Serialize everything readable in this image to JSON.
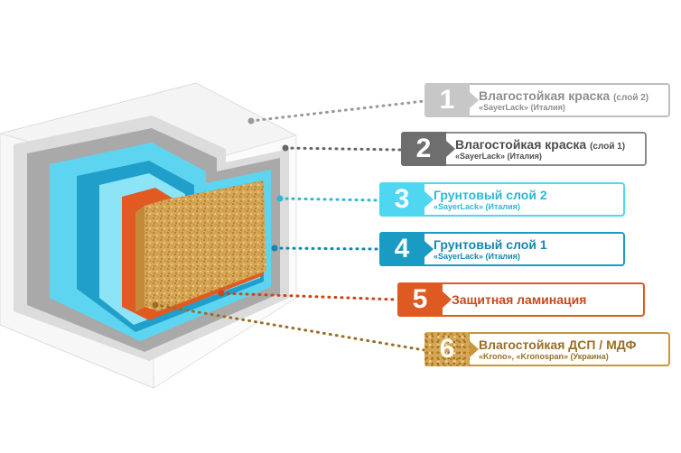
{
  "layers": [
    {
      "number": "1",
      "title": "Влагостойкая краска",
      "note": "(слой 2)",
      "subtitle": "«SayerLack» (Италия)",
      "color": "#c7c7c7",
      "text_color": "#8e8e8e"
    },
    {
      "number": "2",
      "title": "Влагостойкая краска",
      "note": "(слой 1)",
      "subtitle": "«SayerLack» (Италия)",
      "color": "#6e6e6e",
      "text_color": "#4d4d4d"
    },
    {
      "number": "3",
      "title": "Грунтовый слой 2",
      "note": "",
      "subtitle": "«SayerLack» (Италия)",
      "color": "#4fd6f0",
      "text_color": "#2bb7d6"
    },
    {
      "number": "4",
      "title": "Грунтовый слой 1",
      "note": "",
      "subtitle": "«SayerLack» (Италия)",
      "color": "#1a9bc4",
      "text_color": "#1586ad"
    },
    {
      "number": "5",
      "title": "Защитная ламинация",
      "note": "",
      "subtitle": "",
      "color": "#de5a22",
      "text_color": "#c8481a"
    },
    {
      "number": "6",
      "title": "Влагостойкая ДСП / МДФ",
      "note": "",
      "subtitle": "«Krono», «Kronospan» (Украина)",
      "color": "#c9963e",
      "text_color": "#9a6e24"
    }
  ]
}
